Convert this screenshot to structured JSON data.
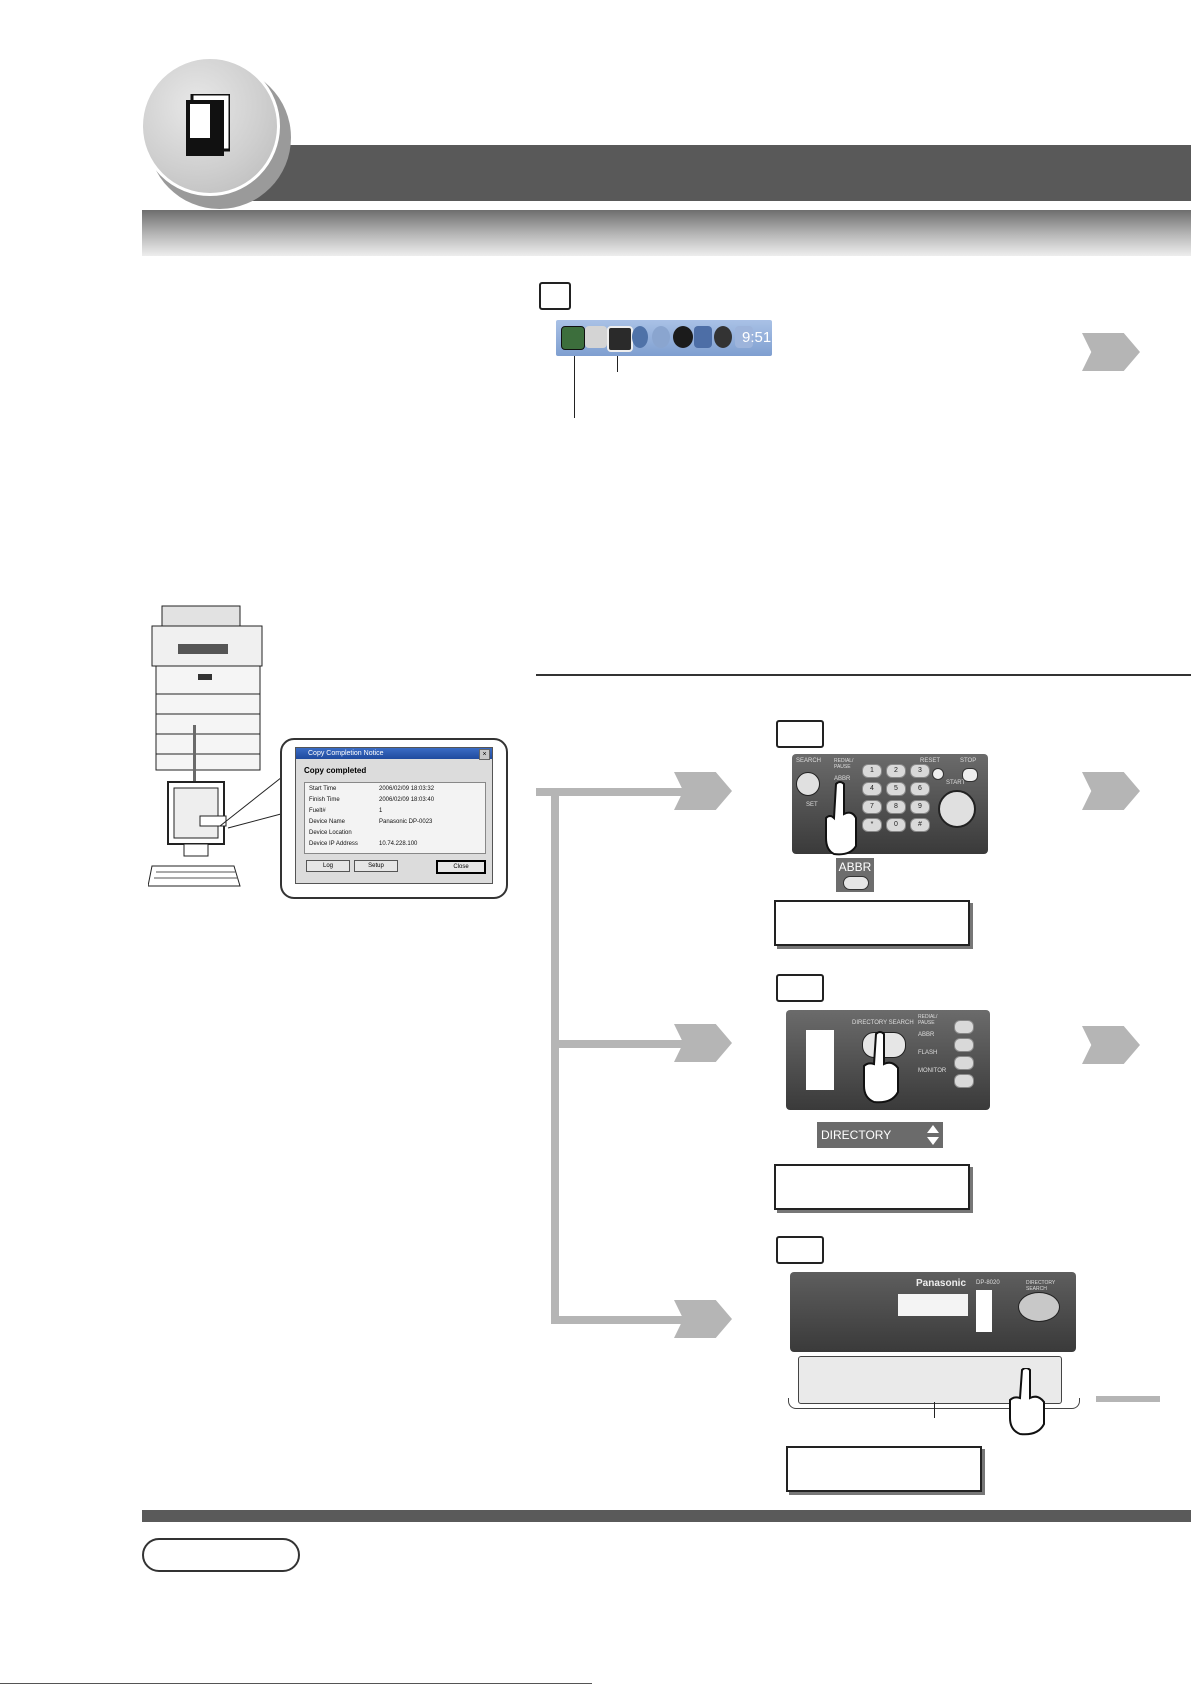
{
  "taskbar": {
    "time": "9:51"
  },
  "copy_notice": {
    "title": "Copy Completion Notice",
    "close_glyph": "×",
    "heading": "Copy completed",
    "rows": [
      {
        "label": "Start Time",
        "value": "2006/02/09 18:03:32"
      },
      {
        "label": "Finish Time",
        "value": "2006/02/09 18:03:40"
      },
      {
        "label": "Fuelt#",
        "value": "1"
      },
      {
        "label": "Device Name",
        "value": "Panasonic DP-0023"
      },
      {
        "label": "Device Location",
        "value": ""
      },
      {
        "label": "Device IP Address",
        "value": "10.74.228.100"
      }
    ],
    "buttons": {
      "log": "Log",
      "setup": "Setup",
      "close": "Close"
    }
  },
  "panel1": {
    "keys": [
      "1",
      "2",
      "3",
      "4",
      "5",
      "6",
      "7",
      "8",
      "9",
      "*",
      "0",
      "#"
    ],
    "labels": {
      "reset": "RESET",
      "stop": "STOP",
      "start": "START",
      "set": "SET",
      "recall": "REDIAL/ PAUSE",
      "abbr": "ABBR",
      "search": "SEARCH"
    }
  },
  "abbr_button_label": "ABBR",
  "panel2": {
    "labels": {
      "dirsearch": "DIRECTORY SEARCH",
      "recall": "REDIAL/ PAUSE",
      "abbr": "ABBR",
      "flash": "FLASH",
      "monitor": "MONITOR"
    }
  },
  "directory_search_label": "DIRECTORY SEARCH",
  "panel3": {
    "brand": "Panasonic",
    "model": "DP-8020",
    "labels": {
      "dirsearch": "DIRECTORY SEARCH"
    }
  },
  "colors": {
    "header_bar": "#595959",
    "arrow": "#b5b5b5",
    "line": "#b5b5b5"
  }
}
